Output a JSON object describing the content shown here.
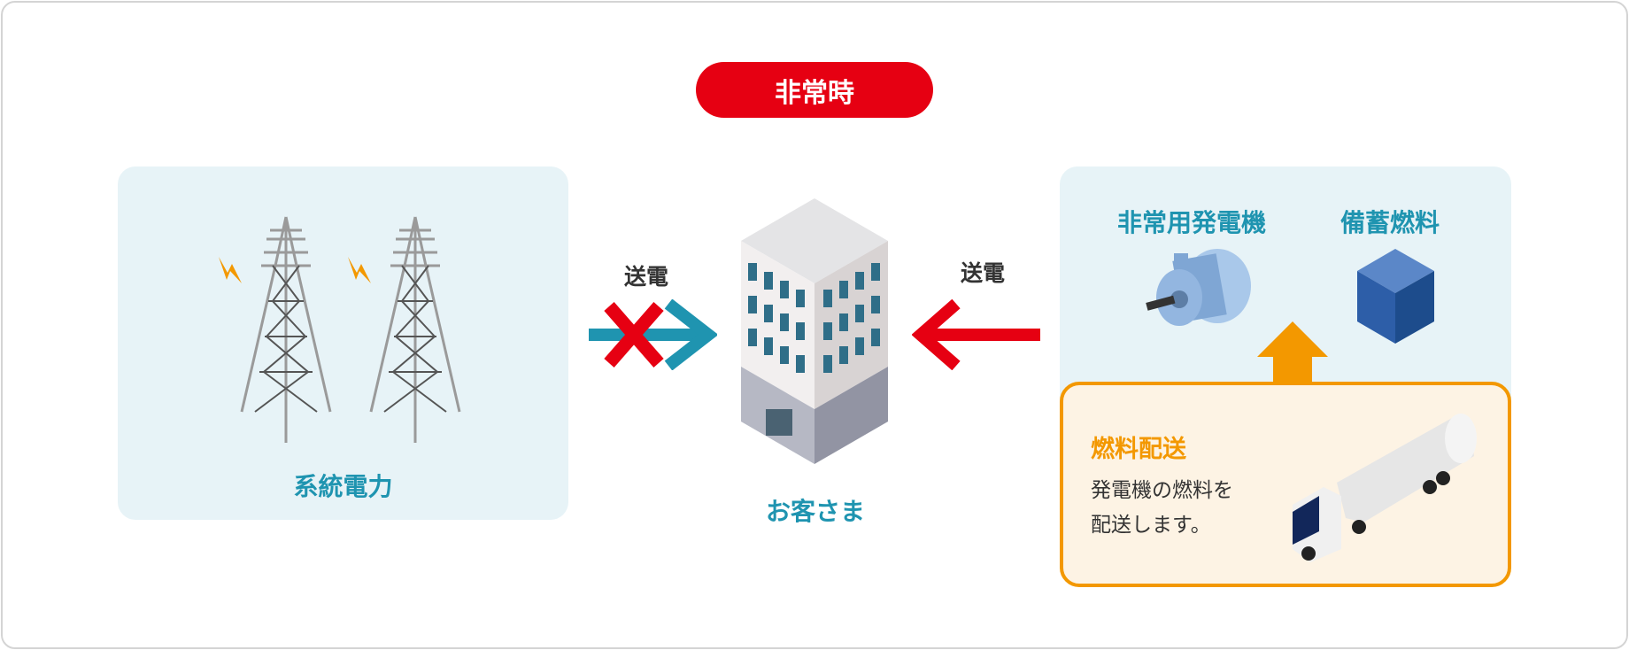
{
  "badge": "非常時",
  "left_panel": {
    "label": "系統電力"
  },
  "center": {
    "label": "お客さま"
  },
  "left_arrow": {
    "label": "送電",
    "status": "blocked"
  },
  "right_arrow": {
    "label": "送電"
  },
  "right_panel": {
    "generator_label": "非常用発電機",
    "fuel_label": "備蓄燃料",
    "delivery": {
      "title": "燃料配送",
      "line1": "発電機の燃料を",
      "line2": "配送します。"
    }
  },
  "colors": {
    "red": "#e60012",
    "teal": "#1f94b0",
    "orange": "#f39800",
    "panel": "#e7f3f7"
  }
}
